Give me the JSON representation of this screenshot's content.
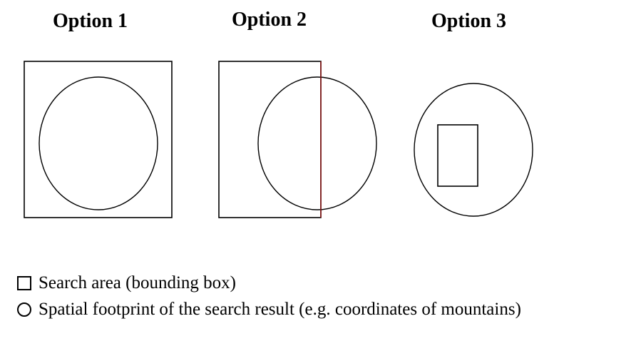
{
  "options": [
    {
      "title": "Option 1"
    },
    {
      "title": "Option 2"
    },
    {
      "title": "Option 3"
    }
  ],
  "legend": {
    "bounding_box": {
      "label": "Search area (bounding box)",
      "symbol": "square-icon"
    },
    "footprint": {
      "label": "Spatial footprint of the search result (e.g. coordinates of mountains)",
      "symbol": "circle-icon"
    }
  },
  "colors": {
    "shape_stroke": "#000000",
    "overlap_edge": "#8b1a1a",
    "background": "#ffffff"
  }
}
